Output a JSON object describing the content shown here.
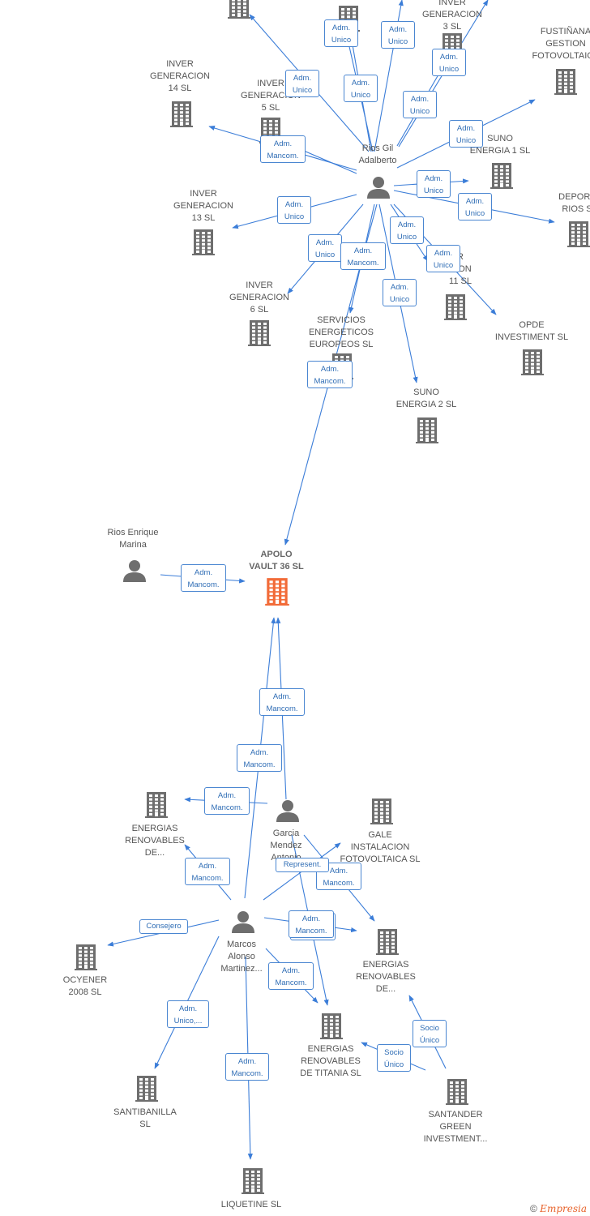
{
  "colors": {
    "edge": "#3b7dd8",
    "company": "#6e6e6e",
    "focus_company": "#f26b38",
    "person": "#6e6e6e"
  },
  "nodes": [
    {
      "id": "c_top0",
      "kind": "company",
      "label": ""
    },
    {
      "id": "c_top1",
      "kind": "company",
      "label": ""
    },
    {
      "id": "c_ig3",
      "kind": "company",
      "label": "INVER\nGENERACION\n3  SL"
    },
    {
      "id": "c_fust",
      "kind": "company",
      "label": "FUSTIÑANA\nGESTION\nFOTOVOLTAICA"
    },
    {
      "id": "c_ig14",
      "kind": "company",
      "label": "INVER\nGENERACION\n14  SL"
    },
    {
      "id": "c_ig5",
      "kind": "company",
      "label": "INVER\nGENERACION\n5  SL"
    },
    {
      "id": "p_rios_gil",
      "kind": "person",
      "label": "Rios Gil\nAdalberto"
    },
    {
      "id": "c_suno1",
      "kind": "company",
      "label": "SUNO\nENERGIA 1  SL"
    },
    {
      "id": "c_deport",
      "kind": "company",
      "label": "DEPORT\nRIOS  S"
    },
    {
      "id": "c_ig13",
      "kind": "company",
      "label": "INVER\nGENERACION\n13  SL"
    },
    {
      "id": "c_ig11",
      "kind": "company",
      "label": "R\nCION\n11  SL"
    },
    {
      "id": "c_ig6",
      "kind": "company",
      "label": "INVER\nGENERACION\n6  SL"
    },
    {
      "id": "c_serv",
      "kind": "company",
      "label": "SERVICIOS\nENERGETICOS\nEUROPEOS SL"
    },
    {
      "id": "c_opde",
      "kind": "company",
      "label": "OPDE\nINVESTIMENT SL"
    },
    {
      "id": "c_suno2",
      "kind": "company",
      "label": "SUNO\nENERGIA 2  SL"
    },
    {
      "id": "p_rios_enr",
      "kind": "person",
      "label": "Rios Enrique\nMarina"
    },
    {
      "id": "c_apolo",
      "kind": "focus",
      "label": "APOLO\nVAULT 36  SL"
    },
    {
      "id": "c_ren1",
      "kind": "company",
      "label": "ENERGIAS\nRENOVABLES\nDE..."
    },
    {
      "id": "p_garcia",
      "kind": "person",
      "label": "Garcia\nMendez\nAntonio"
    },
    {
      "id": "c_gale",
      "kind": "company",
      "label": "GALE\nINSTALACION\nFOTOVOLTAICA SL"
    },
    {
      "id": "p_marcos",
      "kind": "person",
      "label": "Marcos\nAlonso\nMartinez..."
    },
    {
      "id": "c_ocyener",
      "kind": "company",
      "label": "OCYENER\n2008 SL"
    },
    {
      "id": "c_ren2",
      "kind": "company",
      "label": "ENERGIAS\nRENOVABLES\nDE..."
    },
    {
      "id": "c_titania",
      "kind": "company",
      "label": "ENERGIAS\nRENOVABLES\nDE TITANIA  SL"
    },
    {
      "id": "c_santib",
      "kind": "company",
      "label": "SANTIBANILLA\nSL"
    },
    {
      "id": "c_santander",
      "kind": "company",
      "label": "SANTANDER\nGREEN\nINVESTMENT..."
    },
    {
      "id": "c_liquetine",
      "kind": "company",
      "label": "LIQUETINE  SL"
    }
  ],
  "edges": [
    {
      "from": "p_rios_gil",
      "to": "c_top0",
      "label": "Adm.\nUnico"
    },
    {
      "from": "p_rios_gil",
      "to": "c_top1",
      "label": "Adm.\nUnico"
    },
    {
      "from": "p_rios_gil",
      "to": "c_top1",
      "label": "Adm.\nUnico"
    },
    {
      "from": "p_rios_gil",
      "to": "c_ig3",
      "label": "Adm.\nUnico"
    },
    {
      "from": "p_rios_gil",
      "to": "c_ig3",
      "label": "Adm.\nUnico"
    },
    {
      "from": "p_rios_gil",
      "to": "c_ig3",
      "label": "Adm.\nUnico"
    },
    {
      "from": "p_rios_gil",
      "to": "c_fust",
      "label": "Adm.\nUnico"
    },
    {
      "from": "p_rios_gil",
      "to": "c_ig14",
      "label": "Adm.\nUnico"
    },
    {
      "from": "p_rios_gil",
      "to": "c_ig5",
      "label": "Adm.\nMancom."
    },
    {
      "from": "p_rios_gil",
      "to": "c_suno1",
      "label": "Adm.\nUnico"
    },
    {
      "from": "p_rios_gil",
      "to": "c_deport",
      "label": "Adm.\nUnico"
    },
    {
      "from": "p_rios_gil",
      "to": "c_ig13",
      "label": "Adm.\nUnico"
    },
    {
      "from": "p_rios_gil",
      "to": "c_ig11",
      "label": "Adm.\nUnico"
    },
    {
      "from": "p_rios_gil",
      "to": "c_ig6",
      "label": "Adm.\nUnico"
    },
    {
      "from": "p_rios_gil",
      "to": "c_serv",
      "label": "Adm.\nMancom."
    },
    {
      "from": "p_rios_gil",
      "to": "c_opde",
      "label": "Adm.\nUnico"
    },
    {
      "from": "p_rios_gil",
      "to": "c_suno2",
      "label": "Adm.\nUnico"
    },
    {
      "from": "p_rios_gil",
      "to": "c_apolo",
      "label": "Adm.\nMancom."
    },
    {
      "from": "p_rios_enr",
      "to": "c_apolo",
      "label": "Adm.\nMancom."
    },
    {
      "from": "p_garcia",
      "to": "c_apolo",
      "label": "Adm.\nMancom."
    },
    {
      "from": "p_marcos",
      "to": "c_apolo",
      "label": "Adm.\nMancom."
    },
    {
      "from": "p_garcia",
      "to": "c_ren1",
      "label": "Adm.\nMancom."
    },
    {
      "from": "p_garcia",
      "to": "c_ren2",
      "label": "Adm.\nMancom."
    },
    {
      "from": "p_garcia",
      "to": "c_titania",
      "label": "Adm.\nMancom."
    },
    {
      "from": "p_marcos",
      "to": "c_ren1",
      "label": "Adm.\nMancom."
    },
    {
      "from": "p_marcos",
      "to": "c_gale",
      "label": "Represent."
    },
    {
      "from": "p_marcos",
      "to": "c_ocyener",
      "label": "Consejero"
    },
    {
      "from": "p_marcos",
      "to": "c_ren2",
      "label": "Adm.\nMancom."
    },
    {
      "from": "p_marcos",
      "to": "c_titania",
      "label": "Adm.\nMancom."
    },
    {
      "from": "p_marcos",
      "to": "c_santib",
      "label": "Adm.\nUnico,..."
    },
    {
      "from": "p_marcos",
      "to": "c_liquetine",
      "label": "Adm.\nMancom."
    },
    {
      "from": "c_santander",
      "to": "c_ren2",
      "label": "Socio\nÚnico"
    },
    {
      "from": "c_santander",
      "to": "c_titania",
      "label": "Socio\nÚnico"
    }
  ],
  "brand": {
    "copyright": "©",
    "name_first": "E",
    "name_rest": "mpresia"
  }
}
